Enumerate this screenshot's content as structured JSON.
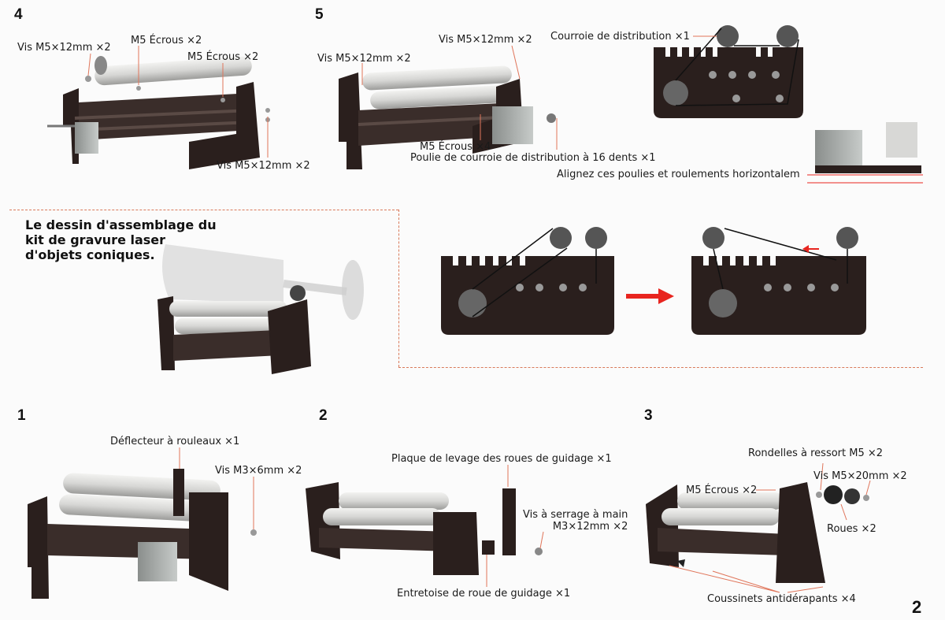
{
  "steps": {
    "s4": "4",
    "s5": "5",
    "s1": "1",
    "s2": "2",
    "s3": "3"
  },
  "page_number": "2",
  "step4": {
    "screw_a": "Vis M5×12mm ×2",
    "nut_a": "M5 Écrous ×2",
    "nut_b": "M5 Écrous ×2",
    "screw_b": "Vis M5×12mm ×2"
  },
  "step5": {
    "screw_left": "Vis M5×12mm ×2",
    "screw_top": "Vis M5×12mm ×2",
    "nuts": "M5 Écrous ×4",
    "pulley": "Poulie de courroie de distribution à 16 dents ×1",
    "belt": "Courroie de distribution ×1",
    "align": "Alignez ces poulies et roulements horizontalem"
  },
  "overview": {
    "title_line1": "Le dessin d'assemblage du",
    "title_line2": "kit de gravure laser",
    "title_line3": "d'objets coniques."
  },
  "step1": {
    "deflector": "Déflecteur à rouleaux ×1",
    "screw": "Vis M3×6mm ×2"
  },
  "step2": {
    "plate": "Plaque de levage des roues de guidage ×1",
    "thumb_line1": "Vis à serrage à main",
    "thumb_line2": "M3×12mm ×2",
    "spacer": "Entretoise de roue de guidage ×1"
  },
  "step3": {
    "washers": "Rondelles à ressort M5 ×2",
    "nuts": "M5 Écrous ×2",
    "screws": "Vis M5×20mm ×2",
    "wheels": "Roues ×2",
    "pads": "Coussinets antidérapants ×4"
  },
  "colors": {
    "frame": "#2a1f1d",
    "roller": "#d8d8d6",
    "accent_red": "#e8251f",
    "leader": "#e0755a"
  }
}
